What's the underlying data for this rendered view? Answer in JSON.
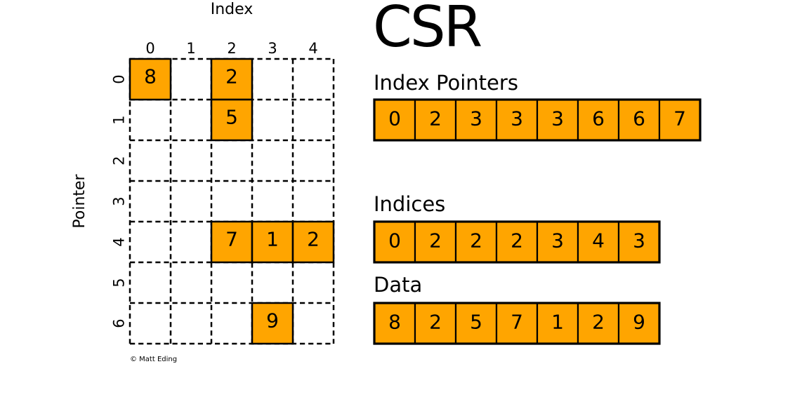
{
  "title": "CSR",
  "matrix": {
    "x_axis_label": "Index",
    "y_axis_label": "Pointer",
    "col_labels": [
      "0",
      "1",
      "2",
      "3",
      "4"
    ],
    "row_labels": [
      "0",
      "1",
      "2",
      "3",
      "4",
      "5",
      "6"
    ],
    "filled_cells": [
      {
        "row": 0,
        "col": 0,
        "value": "8"
      },
      {
        "row": 0,
        "col": 2,
        "value": "2"
      },
      {
        "row": 1,
        "col": 2,
        "value": "5"
      },
      {
        "row": 4,
        "col": 2,
        "value": "7"
      },
      {
        "row": 4,
        "col": 3,
        "value": "1"
      },
      {
        "row": 4,
        "col": 4,
        "value": "2"
      },
      {
        "row": 6,
        "col": 3,
        "value": "9"
      }
    ]
  },
  "arrays": [
    {
      "label": "Index Pointers",
      "values": [
        "0",
        "2",
        "3",
        "3",
        "3",
        "6",
        "6",
        "7"
      ]
    },
    {
      "label": "Indices",
      "values": [
        "0",
        "2",
        "2",
        "2",
        "3",
        "4",
        "3"
      ]
    },
    {
      "label": "Data",
      "values": [
        "8",
        "2",
        "5",
        "7",
        "1",
        "2",
        "9"
      ]
    }
  ],
  "credit": "© Matt Eding",
  "colors": {
    "cell_fill": "#FFA500",
    "line": "#000000",
    "background": "#FFFFFF"
  }
}
